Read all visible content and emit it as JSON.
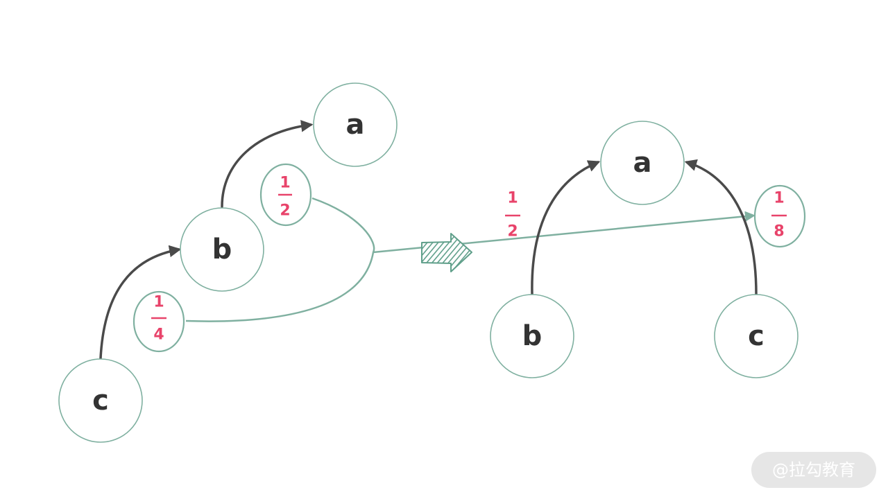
{
  "diagram": {
    "left": {
      "nodes": {
        "a": "a",
        "b": "b",
        "c": "c"
      },
      "fractions": {
        "half": {
          "numerator": "1",
          "denominator": "2"
        },
        "quarter": {
          "numerator": "1",
          "denominator": "4"
        }
      }
    },
    "right": {
      "nodes": {
        "a": "a",
        "b": "b",
        "c": "c"
      },
      "fractions": {
        "edge_label": {
          "numerator": "1",
          "denominator": "2"
        },
        "eighth": {
          "numerator": "1",
          "denominator": "8"
        }
      }
    }
  },
  "colors": {
    "node_stroke": "#7fb0a0",
    "dark_edge": "#4a4a4a",
    "fraction_text": "#e8436a",
    "transform_arrow": "#5f9f8a"
  },
  "watermark": {
    "text": "@拉勾教育"
  }
}
